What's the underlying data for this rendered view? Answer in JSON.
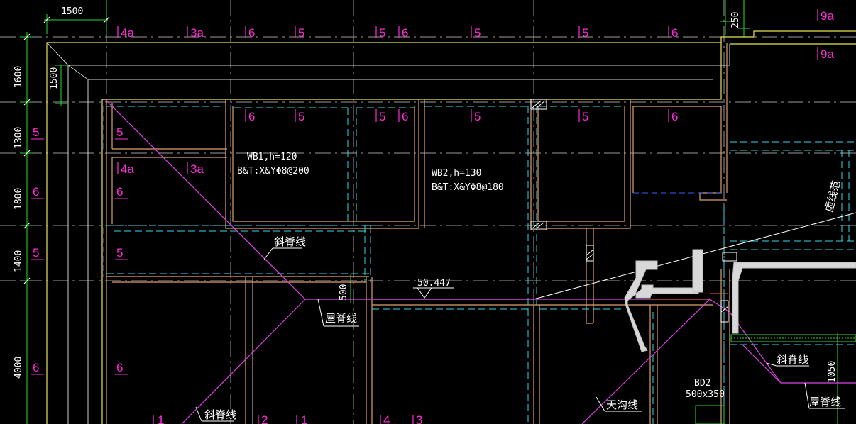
{
  "drawing": {
    "dimensions_top": [
      {
        "id": "d1500top",
        "text": "1500"
      },
      {
        "id": "d250",
        "text": "250"
      }
    ],
    "dimensions_left": [
      {
        "id": "d1600",
        "text": "1600"
      },
      {
        "id": "d1500",
        "text": "1500"
      },
      {
        "id": "d1300",
        "text": "1300"
      },
      {
        "id": "d1800",
        "text": "1800"
      },
      {
        "id": "d1400",
        "text": "1400"
      },
      {
        "id": "d4000",
        "text": "4000"
      },
      {
        "id": "d500",
        "text": "500"
      },
      {
        "id": "d1050",
        "text": "1050"
      }
    ],
    "slab_notes": {
      "wb1_line1": "WB1,h=120",
      "wb1_line2": "B&T:X&YΦ8@200",
      "wb2_line1": "WB2,h=130",
      "wb2_line2": "B&T:X&YΦ8@180"
    },
    "elevation": "50.447",
    "beam_label": "BD2",
    "beam_size": "500x350",
    "chinese_labels": {
      "ridge_diag": "斜脊线",
      "roof_ridge": "屋脊线",
      "gutter": "天沟线",
      "dashed_partial": "虚线范"
    },
    "marks": {
      "m4a": "4a",
      "m3a": "3a",
      "m6": "6",
      "m5": "5",
      "m9a": "9a",
      "m1": "1",
      "m2": "2",
      "m3": "3",
      "m4": "4",
      "m5b": "5"
    }
  }
}
